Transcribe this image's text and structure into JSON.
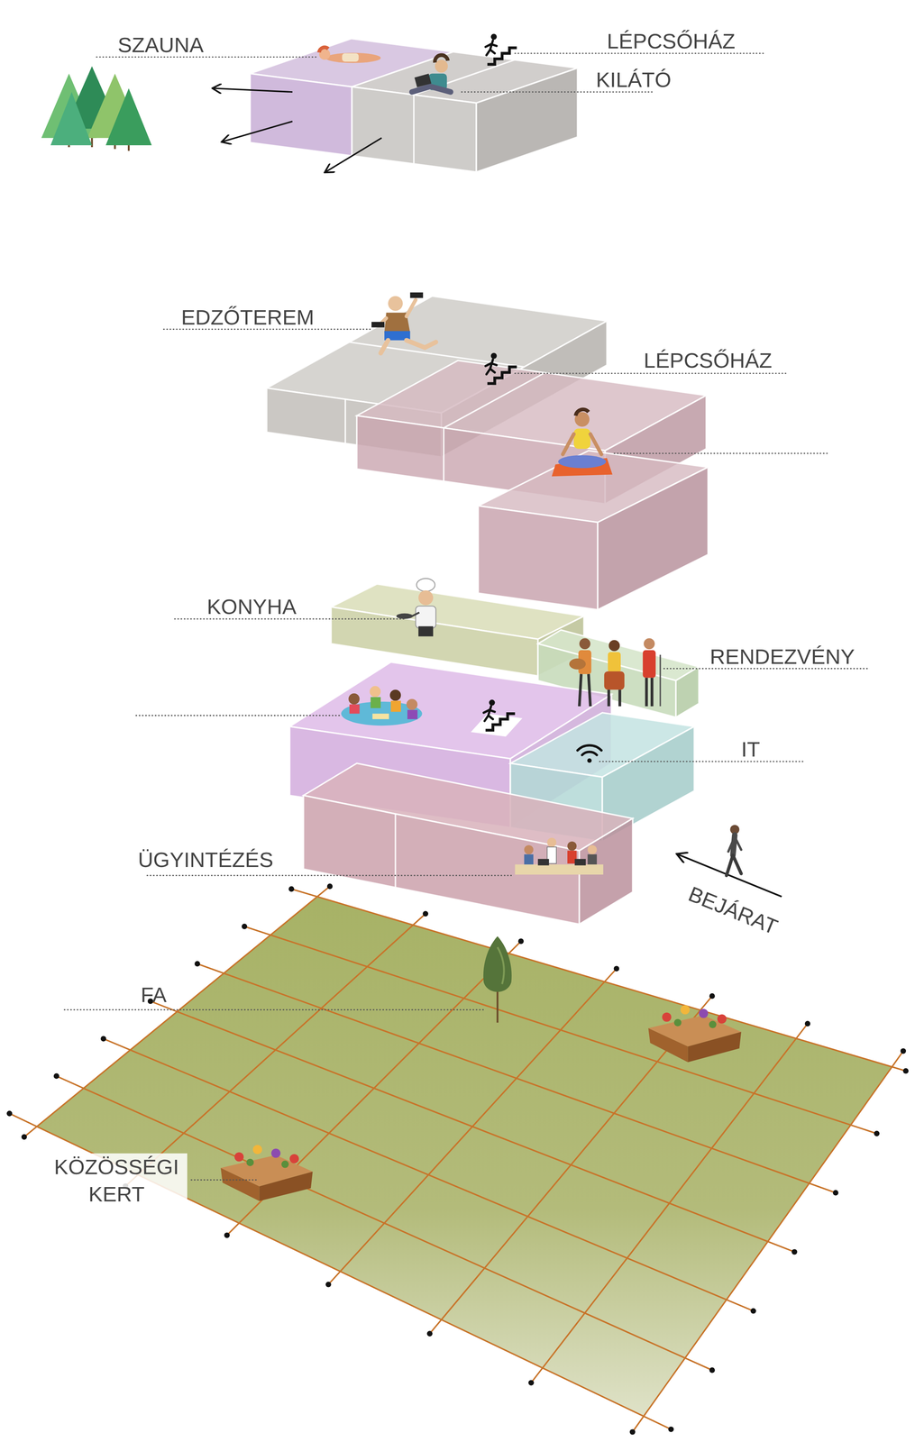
{
  "diagram": {
    "labels": [
      "SZAUNA",
      "LÉPCSŐHÁZ",
      "KILÁTÓ",
      "EDZŐTEREM",
      "LÉPCSŐHÁZ",
      "KONYHA",
      "RENDEZVÉNY",
      "IT",
      "ÜGYINTÉZÉS",
      "BEJÁRAT",
      "FA",
      "KÖZÖSSÉGI KERT"
    ]
  }
}
